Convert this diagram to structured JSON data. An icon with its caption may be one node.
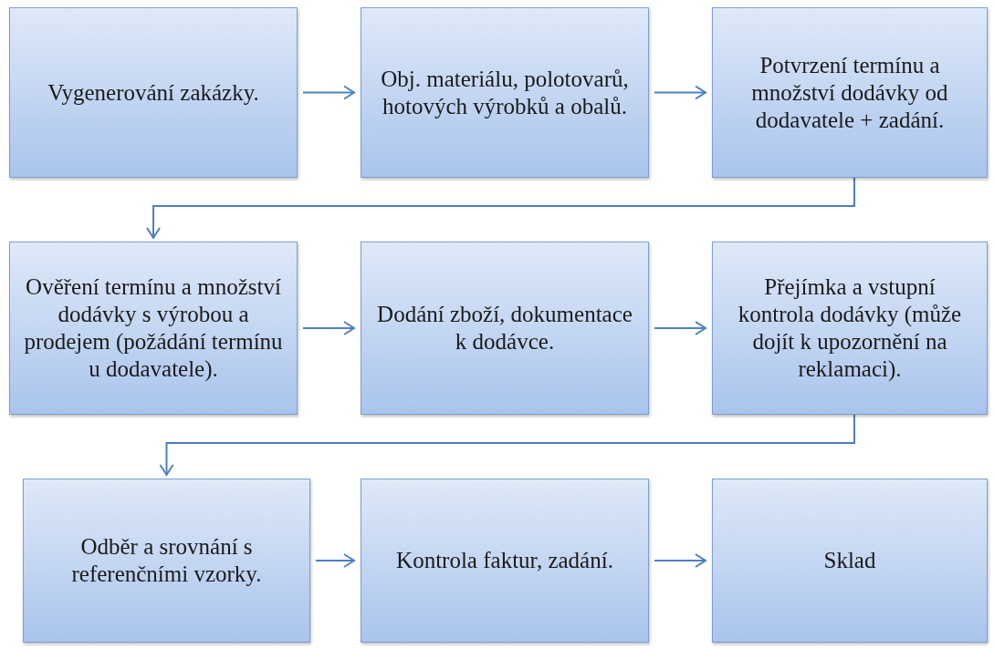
{
  "diagram": {
    "nodes": [
      {
        "text": [
          "Vygenerování zakázky."
        ]
      },
      {
        "text": [
          "Obj. materiálu, polotovarů, hotových výrobků a obalů."
        ]
      },
      {
        "text": [
          "Potvrzení termínu a množství dodávky od dodavatele + zadání."
        ]
      },
      {
        "text": [
          "Ověření termínu a množství dodávky s výrobou a prodejem (požádání termínu u dodavatele)."
        ]
      },
      {
        "text": [
          "Dodání zboží, dokumentace k dodávce."
        ]
      },
      {
        "text": [
          "Přejímka a vstupní kontrola dodávky (může dojít k upozornění na reklamaci)."
        ]
      },
      {
        "text": [
          "Odběr a srovnání s referenčními vzorky."
        ]
      },
      {
        "text": [
          "Kontrola faktur, zadání."
        ]
      },
      {
        "text": [
          "Sklad"
        ]
      }
    ],
    "edges": [
      {
        "from": 0,
        "to": 1,
        "arrow": "to"
      },
      {
        "from": 1,
        "to": 2,
        "arrow": "to"
      },
      {
        "from": 2,
        "to": 3,
        "arrow": "to"
      },
      {
        "from": 3,
        "to": 4,
        "arrow": "to"
      },
      {
        "from": 4,
        "to": 5,
        "arrow": "to"
      },
      {
        "from": 5,
        "to": 6,
        "arrow": "to"
      },
      {
        "from": 6,
        "to": 7,
        "arrow": "to"
      },
      {
        "from": 7,
        "to": 8,
        "arrow": "to"
      }
    ]
  }
}
